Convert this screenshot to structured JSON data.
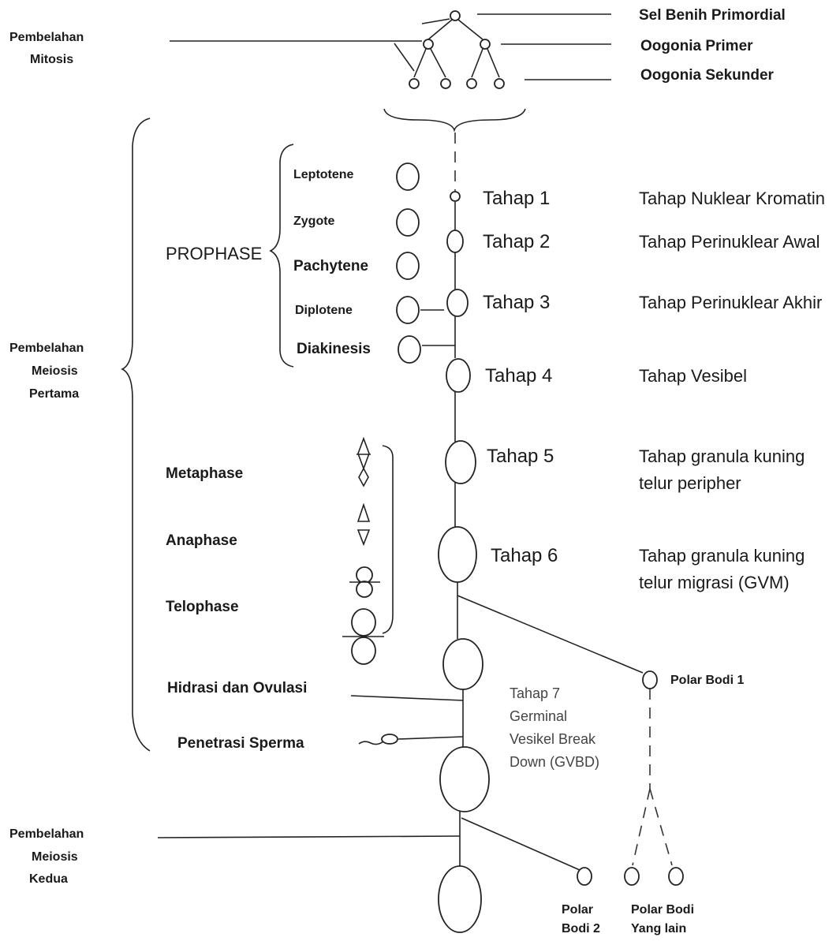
{
  "left_labels": {
    "mitosis": [
      "Pembelahan",
      "Mitosis"
    ],
    "meiosis1": [
      "Pembelahan",
      "Meiosis",
      "Pertama"
    ],
    "meiosis2": [
      "Pembelahan",
      "Meiosis",
      "Kedua"
    ]
  },
  "top_labels": {
    "primordial": "Sel Benih Primordial",
    "oogonia_primer": "Oogonia Primer",
    "oogonia_sekunder": "Oogonia Sekunder"
  },
  "prophase": {
    "label": "PROPHASE",
    "substages": [
      "Leptotene",
      "Zygote",
      "Pachytene",
      "Diplotene",
      "Diakinesis"
    ]
  },
  "division_phases": [
    "Metaphase",
    "Anaphase",
    "Telophase"
  ],
  "stages": [
    {
      "name": "Tahap 1",
      "desc": [
        "Tahap Nuklear Kromatin"
      ]
    },
    {
      "name": "Tahap 2",
      "desc": [
        "Tahap Perinuklear Awal"
      ]
    },
    {
      "name": "Tahap 3",
      "desc": [
        "Tahap Perinuklear Akhir"
      ]
    },
    {
      "name": "Tahap 4",
      "desc": [
        "Tahap Vesibel"
      ]
    },
    {
      "name": "Tahap 5",
      "desc": [
        "Tahap granula kuning",
        "telur peripher"
      ]
    },
    {
      "name": "Tahap 6",
      "desc": [
        "Tahap granula kuning",
        "telur migrasi (GVM)"
      ]
    }
  ],
  "tahap7": [
    "Tahap 7",
    "Germinal",
    "Vesikel Break",
    "Down (GVBD)"
  ],
  "events": {
    "hidrasi": "Hidrasi dan Ovulasi",
    "penetrasi": "Penetrasi Sperma"
  },
  "polar_bodies": {
    "pb1": "Polar Bodi 1",
    "pb2": [
      "Polar",
      "Bodi 2"
    ],
    "other": [
      "Polar Bodi",
      "Yang lain"
    ]
  }
}
